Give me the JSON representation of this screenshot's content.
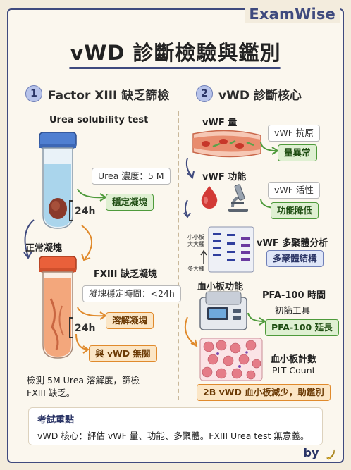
{
  "brand": "ExamWise",
  "title": "vWD 診斷檢驗與鑑別",
  "section1": {
    "num": "1",
    "heading": "Factor XIII 缺乏篩檢",
    "test_name": "Urea solubility test",
    "urea_conc": "Urea 濃度：5 M",
    "stable_clot": "穩定凝塊",
    "hours_top": "24h",
    "normal_clot": "正常凝塊",
    "fxiii_clot": "FXIII 缺乏凝塊",
    "stable_time": "凝塊穩定時間：<24h",
    "dissolved": "溶解凝塊",
    "hours_bottom": "24h",
    "unrelated": "與 vWD 無關",
    "desc_line1": "檢測 5M Urea 溶解度，篩檢",
    "desc_line2": "FXIII 缺乏。"
  },
  "section2": {
    "num": "2",
    "heading": "vWD 診斷核心",
    "vwf_amount": "vWF 量",
    "antigen": "vWF 抗原",
    "quant_abn": "量異常",
    "vwf_function": "vWF 功能",
    "activity": "vWF 活性",
    "func_down": "功能降低",
    "small": "小小板",
    "large": "大大種",
    "many": "多大種",
    "multimer": "vWF 多聚體分析",
    "multimer_struct": "多聚體結構",
    "platelet_func": "血小板功能",
    "pfa_time": "PFA-100 時間",
    "screen_tool": "初篩工具",
    "pfa_prolong": "PFA-100 延長",
    "plt_count": "血小板計數",
    "plt_count_en": "PLT Count",
    "type2b": "2B vWD 血小板減少，助鑑別"
  },
  "footer": {
    "title": "考試重點",
    "text": "vWD 核心：評估 vWF 量、功能、多聚體。FXIII Urea test 無意義。"
  },
  "byline": "by"
}
